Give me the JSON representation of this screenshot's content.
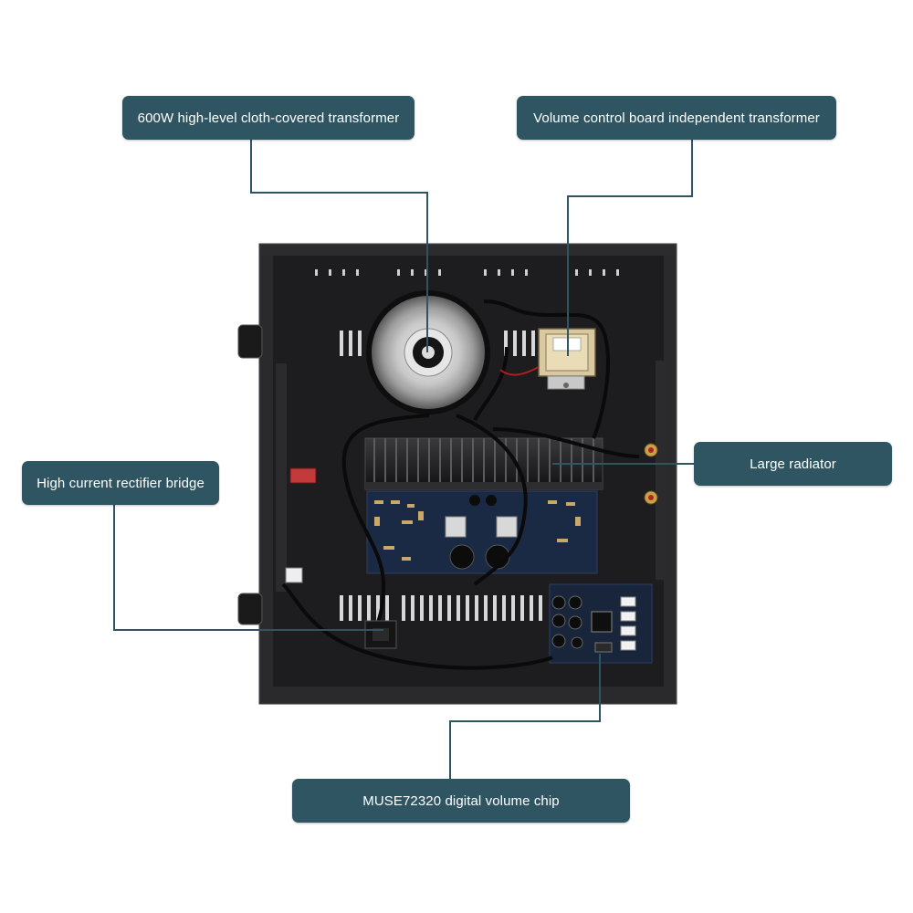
{
  "callouts": {
    "transformer_main": "600W high-level cloth-covered transformer",
    "transformer_volume": "Volume control board independent transformer",
    "rectifier": "High current rectifier bridge",
    "radiator": "Large radiator",
    "volume_chip": "MUSE72320 digital volume chip"
  },
  "colors": {
    "callout_bg": "#2f5563",
    "leader_line": "#2f5563",
    "chassis": "#1c1c1e"
  }
}
